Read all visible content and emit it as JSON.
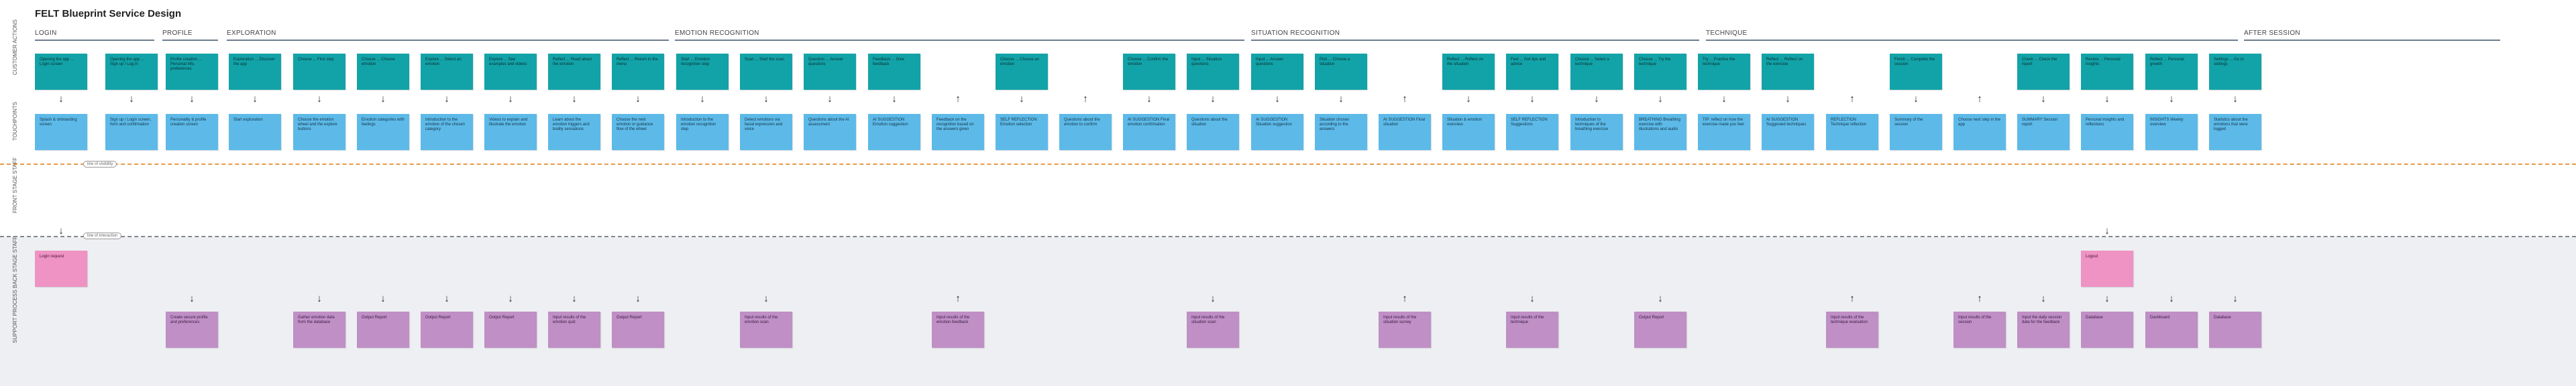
{
  "title": "FELT Blueprint Service Design",
  "row_labels": {
    "customer_actions": "CUSTOMER ACTIONS",
    "touchpoints": "TOUCHPOINTS",
    "front_stage": "FRONT STAGE STAFF",
    "back_stage": "BACK STAGE STAFF",
    "support": "SUPPORT PROCESS"
  },
  "line_labels": {
    "visibility": "line of visibility",
    "interaction": "line of interaction"
  },
  "phases": [
    "LOGIN",
    "PROFILE",
    "EXPLORATION",
    "EMOTION RECOGNITION",
    "SITUATION RECOGNITION",
    "TECHNIQUE",
    "AFTER SESSION"
  ],
  "columns": [
    {
      "action": "Opening the app ... Login screen",
      "touch": "Splash & onboarding screen",
      "backstage": "Login request"
    },
    {
      "action": "Opening the app ... Sign up / Log in",
      "touch": "Sign up / Login screen, form and confirmation",
      "support": ""
    },
    {
      "action": "Profile creation ... Personal info, preferences",
      "touch": "Personality & profile creation screen",
      "support": "Create secure profile and preferences"
    },
    {
      "action": "Exploration ... Discover the app",
      "touch": "Start exploration"
    },
    {
      "action": "Choose ... First step",
      "touch": "Choose the emotion wheel and the explore buttons",
      "support": "Gather emotion data from the database"
    },
    {
      "action": "Choose ... Choose emotion",
      "touch": "Emotion categories with feelings",
      "support": "Output Report"
    },
    {
      "action": "Explore ... Select an emotion",
      "touch": "Introduction to the emotion of the chosen category",
      "support": "Output Report"
    },
    {
      "action": "Explore ... See examples and videos",
      "touch": "Videos to explain and illustrate the emotion",
      "support": "Output Report"
    },
    {
      "action": "Reflect ... Read about the emotion",
      "touch": "Learn about the emotion triggers and bodily sensations",
      "support": "Input results of the emotion quiz"
    },
    {
      "action": "Reflect ... Return to the menu",
      "touch": "Choose the next emotion or guidance flow of the wheel",
      "support": "Output Report"
    },
    {
      "action": "Start ... Emotion recognition step",
      "touch": "Introduction to the emotion recognition step"
    },
    {
      "action": "Scan ... Start the scan",
      "touch": "Detect emotions via facial expression and voice",
      "support": "Input results of the emotion scan"
    },
    {
      "action": "Question ... Answer questions",
      "touch": "Questions about the AI assessment"
    },
    {
      "action": "Feedback ... Give feedback",
      "touch": "AI SUGGESTION Emotion suggestion"
    },
    {
      "action": "",
      "touch": "Feedback on the recognition based on the answers given",
      "support": "Input results of the emotion feedback"
    },
    {
      "action": "Choose ... Choose an emotion",
      "touch": "SELF REFLECTION Emotion selection",
      "support": ""
    },
    {
      "action": "",
      "touch": "Questions about the emotion to confirm"
    },
    {
      "action": "Choose ... Confirm the emotion",
      "touch": "AI SUGGESTION Final emotion confirmation"
    },
    {
      "action": "Input ... Situation questions",
      "touch": "Questions about the situation",
      "support": "Input results of the situation scan"
    },
    {
      "action": "Input ... Answer questions",
      "touch": "AI SUGGESTION Situation suggestion",
      "support": ""
    },
    {
      "action": "Pick ... Choose a situation",
      "touch": "Situation chosen according to the answers"
    },
    {
      "action": "",
      "touch": "AI SUGGESTION Final situation",
      "support": "Input results of the situation survey"
    },
    {
      "action": "Reflect ... Reflect on the situation",
      "touch": "Situation & emotion overview"
    },
    {
      "action": "Feel ... Get tips and advice",
      "touch": "SELF REFLECTION Suggestions",
      "support": "Input results of the technique"
    },
    {
      "action": "Choose ... Select a technique",
      "touch": "Introduction to techniques of the breathing exercise"
    },
    {
      "action": "Choose ... Try the technique",
      "touch": "BREATHING Breathing exercise with illustrations and audio",
      "support": "Output Report"
    },
    {
      "action": "Try ... Practice the technique",
      "touch": "TIP: reflect on how the exercise made you feel"
    },
    {
      "action": "Reflect ... Reflect on the exercise",
      "touch": "AI SUGGESTION Suggested techniques"
    },
    {
      "action": "",
      "touch": "REFLECTION Technique reflection",
      "support": "Input results of the technique evaluation"
    },
    {
      "action": "Finish ... Complete the session",
      "touch": "Summary of the session"
    },
    {
      "action": "",
      "touch": "Choose next step in the app",
      "support": "Input results of the session"
    },
    {
      "action": "Check ... Check the report",
      "touch": "SUMMARY Session report",
      "support": "Input the daily session data for the feedback"
    },
    {
      "action": "Review ... Personal insights",
      "touch": "Personal insights and reflections",
      "backstage": "Logout",
      "support": "Database"
    },
    {
      "action": "Reflect ... Personal growth",
      "touch": "INSIGHTS Weekly overview",
      "support": "Dashboard"
    },
    {
      "action": "Settings ... Go to settings",
      "touch": "Statistics about the emotions that were logged",
      "support": "Database"
    }
  ],
  "colors": {
    "customer": "#12a3a8",
    "touchpoint": "#5dbae8",
    "backstage": "#ee93c4",
    "support": "#bf8fc6",
    "visibility_line": "#e89a46",
    "interaction_line": "#7f8790",
    "backstage_bg": "#eeeff2"
  }
}
